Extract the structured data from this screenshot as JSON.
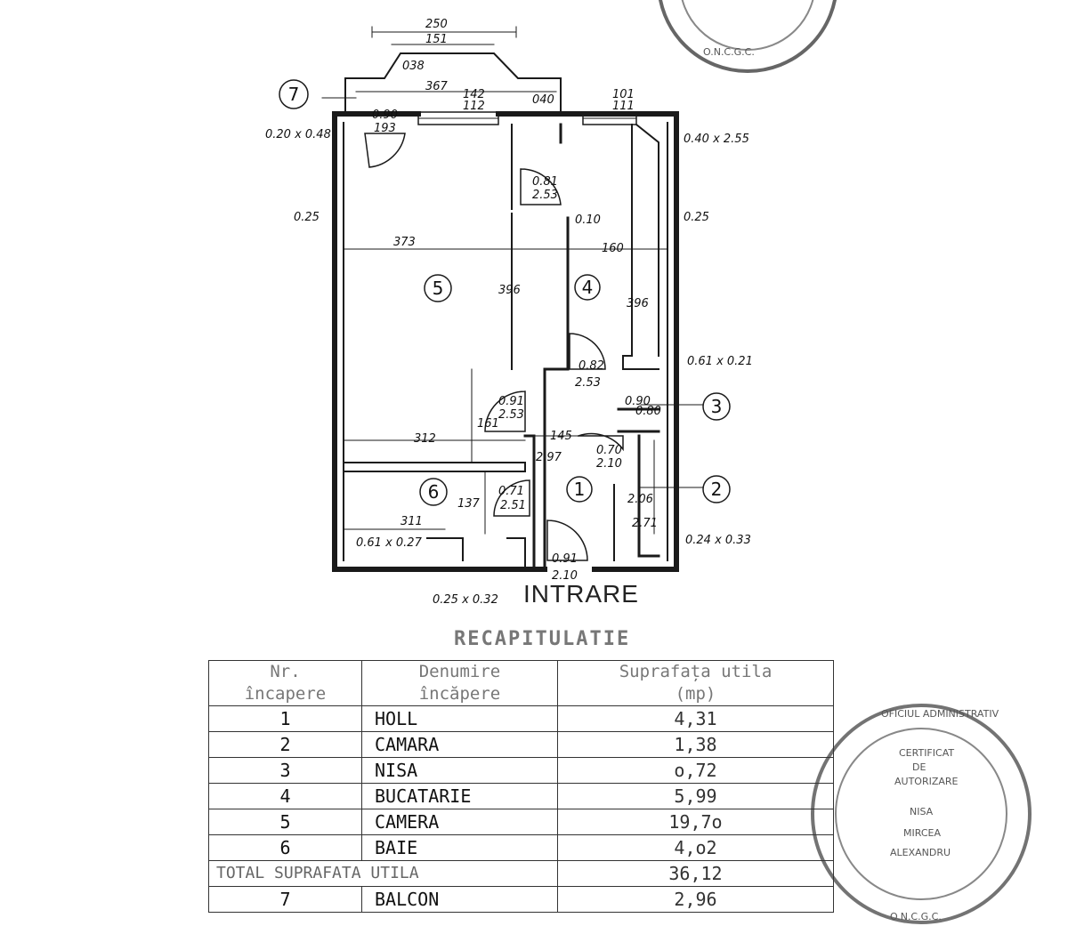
{
  "plan": {
    "entry_label": "INTRARE",
    "room_numbers": [
      "1",
      "2",
      "3",
      "4",
      "5",
      "6",
      "7"
    ],
    "dimensions": {
      "d250": "250",
      "d151": "151",
      "d038": "038",
      "d367": "367",
      "d142": "142",
      "d112": "112",
      "d040": "040",
      "d101": "101",
      "d111": "111",
      "d090": "0.90",
      "d193": "193",
      "d020x048": "0.20 x 0.48",
      "d040x255": "0.40 x 2.55",
      "d081": "0.81",
      "d253a": "2.53",
      "d010": "0.10",
      "d025l": "0.25",
      "d025r": "0.25",
      "d373": "373",
      "d160": "160",
      "d396a": "396",
      "d396b": "396",
      "d082": "0.82",
      "d253b": "2.53",
      "d061x021": "0.61 x 0.21",
      "d091a": "0.91",
      "d253c": "2.53",
      "d090b": "0.90",
      "d080": "0.80",
      "d161": "161",
      "d312": "312",
      "d145": "145",
      "d070": "0.70",
      "d210a": "2.10",
      "d297": "2.97",
      "d137": "137",
      "d071": "0.71",
      "d251": "2.51",
      "d206": "2.06",
      "d271": "2.71",
      "d311": "311",
      "d061x027": "0.61 x 0.27",
      "d091b": "0.91",
      "d210b": "2.10",
      "d024x033": "0.24 x 0.33",
      "d025x032": "0.25 x 0.32"
    }
  },
  "recap": {
    "title": "RECAPITULATIE",
    "headers": {
      "nr_line1": "Nr.",
      "nr_line2": "încapere",
      "name_line1": "Denumire",
      "name_line2": "încăpere",
      "area_line1": "Suprafața utila",
      "area_line2": "(mp)"
    },
    "rows": [
      {
        "nr": "1",
        "name": "HOLL",
        "area": "4,31"
      },
      {
        "nr": "2",
        "name": "CAMARA",
        "area": "1,38"
      },
      {
        "nr": "3",
        "name": "NISA",
        "area": "o,72"
      },
      {
        "nr": "4",
        "name": "BUCATARIE",
        "area": "5,99"
      },
      {
        "nr": "5",
        "name": "CAMERA",
        "area": "19,7o"
      },
      {
        "nr": "6",
        "name": "BAIE",
        "area": "4,o2"
      }
    ],
    "total": {
      "label": "TOTAL SUPRAFATA UTILA",
      "area": "36,12"
    },
    "balcony": {
      "nr": "7",
      "name": "BALCON",
      "area": "2,96"
    }
  },
  "stamps": {
    "top_text": "O.N.C.G.C.",
    "bottom_lines": [
      "CERTIFICAT",
      "DE",
      "AUTORIZARE",
      "NISA",
      "MIRCEA",
      "ALEXANDRU"
    ],
    "bottom_ring": "OFICIUL ADMINISTRATIV",
    "bottom_ring2": "O.N.C.G.C."
  }
}
